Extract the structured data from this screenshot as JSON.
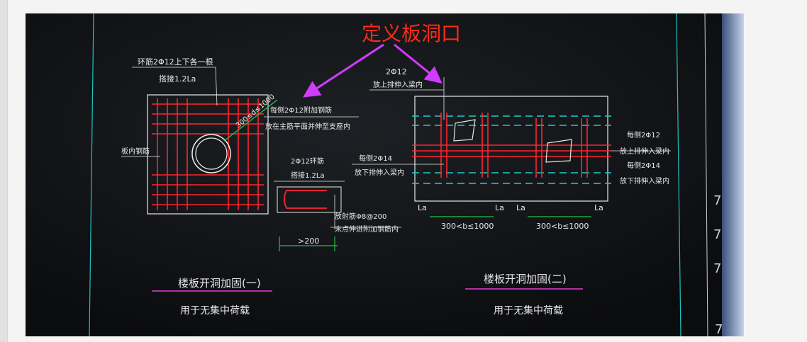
{
  "annotation": {
    "title": "定义板洞口",
    "color": "#ff2a1a",
    "arrow_color": "#d23cff"
  },
  "drawing_one": {
    "rebar_top_note_1": "环筋2Φ12上下各一根",
    "rebar_top_note_2": "搭接1.2La",
    "diameter_range": "300≤d≤1000",
    "side_note_1": "每侧2Φ12附加钢筋",
    "side_note_2": "放在主筋平面并伸至支座内",
    "slab_rebar": "板内钢筋",
    "ring_rebar_1": "2Φ12环筋",
    "ring_rebar_2": "搭接1.2La",
    "stirrup_note_1": "放射筋Φ8@200",
    "stirrup_note_2": "末点伸进附加钢筋内",
    "dimension": ">200",
    "caption": "楼板开洞加固(一)",
    "subcaption": "用于无集中荷载"
  },
  "drawing_two": {
    "top_label_1": "2Φ12",
    "top_label_2": "放上排伸入梁内",
    "left_label_1": "每侧2Φ14",
    "left_label_2": "放下排伸入梁内",
    "right_label_1": "每侧2Φ12",
    "right_label_2": "放上排伸入梁内",
    "right_label_3": "每侧2Φ14",
    "right_label_4": "放下排伸入梁内",
    "la": "La",
    "span_range": "300<b≤1000",
    "caption": "楼板开洞加固(二)",
    "subcaption": "用于无集中荷载"
  },
  "margin_marks": [
    "7",
    "7",
    "7",
    "7"
  ],
  "colors": {
    "background": "#101214",
    "rebar_red": "#ff2430",
    "outline_white": "#e8e8e8",
    "dim_green": "#21c24a",
    "cyan_dash": "#19d2d2",
    "underline_magenta": "#e23cd8"
  }
}
